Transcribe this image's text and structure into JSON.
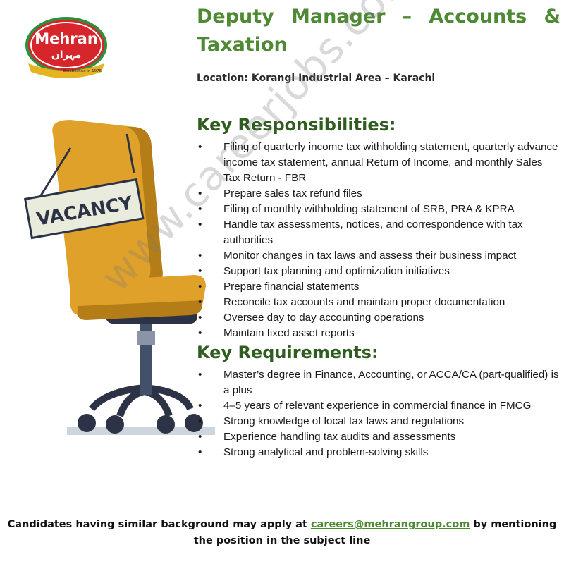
{
  "logo": {
    "brand": "Mehran",
    "brand_urdu": "مہران",
    "tagline": "Established in 1975",
    "colors": {
      "red": "#d7262b",
      "green": "#2f8f3a",
      "gold": "#e6b422"
    }
  },
  "job": {
    "title": "Deputy Manager – Accounts & Taxation",
    "location_label": "Location:",
    "location_value": "Korangi Industrial Area – Karachi"
  },
  "illustration": {
    "sign_text": "VACANCY"
  },
  "responsibilities": {
    "heading": "Key Responsibilities:",
    "items": [
      "Filing of quarterly income tax withholding statement, quarterly advance income tax statement, annual Return of Income, and monthly Sales Tax Return - FBR",
      "Prepare sales tax refund files",
      "Filing of monthly withholding statement of SRB, PRA & KPRA",
      "Handle tax assessments, notices, and correspondence with tax authorities",
      "Monitor changes in tax laws and assess their business impact",
      "Support tax planning and optimization initiatives",
      "Prepare financial statements",
      "Reconcile tax accounts and maintain proper documentation",
      "Oversee day to day accounting operations",
      "Maintain fixed asset reports"
    ]
  },
  "requirements": {
    "heading": "Key Requirements:",
    "items": [
      "Master’s degree in Finance, Accounting, or ACCA/CA (part-qualified) is a plus",
      "4–5 years of relevant experience in commercial finance in FMCG",
      "Strong knowledge of local tax laws and regulations",
      "Experience handling tax audits and assessments",
      "Strong analytical and problem-solving skills"
    ]
  },
  "footer": {
    "before": "Candidates having similar background may apply at ",
    "email": "careers@mehrangroup.com",
    "after": " by mentioning the position in the subject line"
  },
  "watermark": "www.careerjobs.com"
}
